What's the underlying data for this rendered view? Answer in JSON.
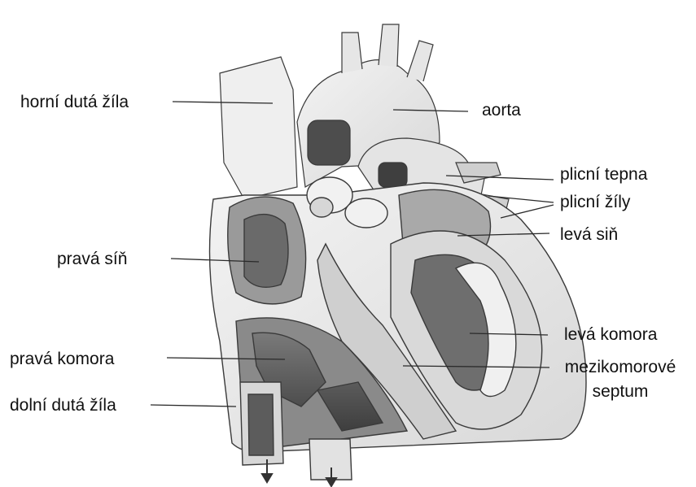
{
  "labels": {
    "horni_duta_zila": "horní dutá žíla",
    "aorta": "aorta",
    "plicni_tepna": "plicní tepna",
    "plicni_zily": "plicní žíly",
    "leva_sin": "levá siň",
    "prava_sin": "pravá síň",
    "leva_komora": "levá komora",
    "prava_komora": "pravá komora",
    "mezikomorove_septum_line1": "mezikomorové",
    "mezikomorove_septum_line2": "septum",
    "dolni_duta_zila": "dolní dutá žíla"
  },
  "colors": {
    "outline": "#3a3a3a",
    "tissue_light": "#e9e9e9",
    "tissue_mid": "#bdbdbd",
    "tissue_dark": "#5a5a5a",
    "leader_line": "#2a2a2a"
  }
}
